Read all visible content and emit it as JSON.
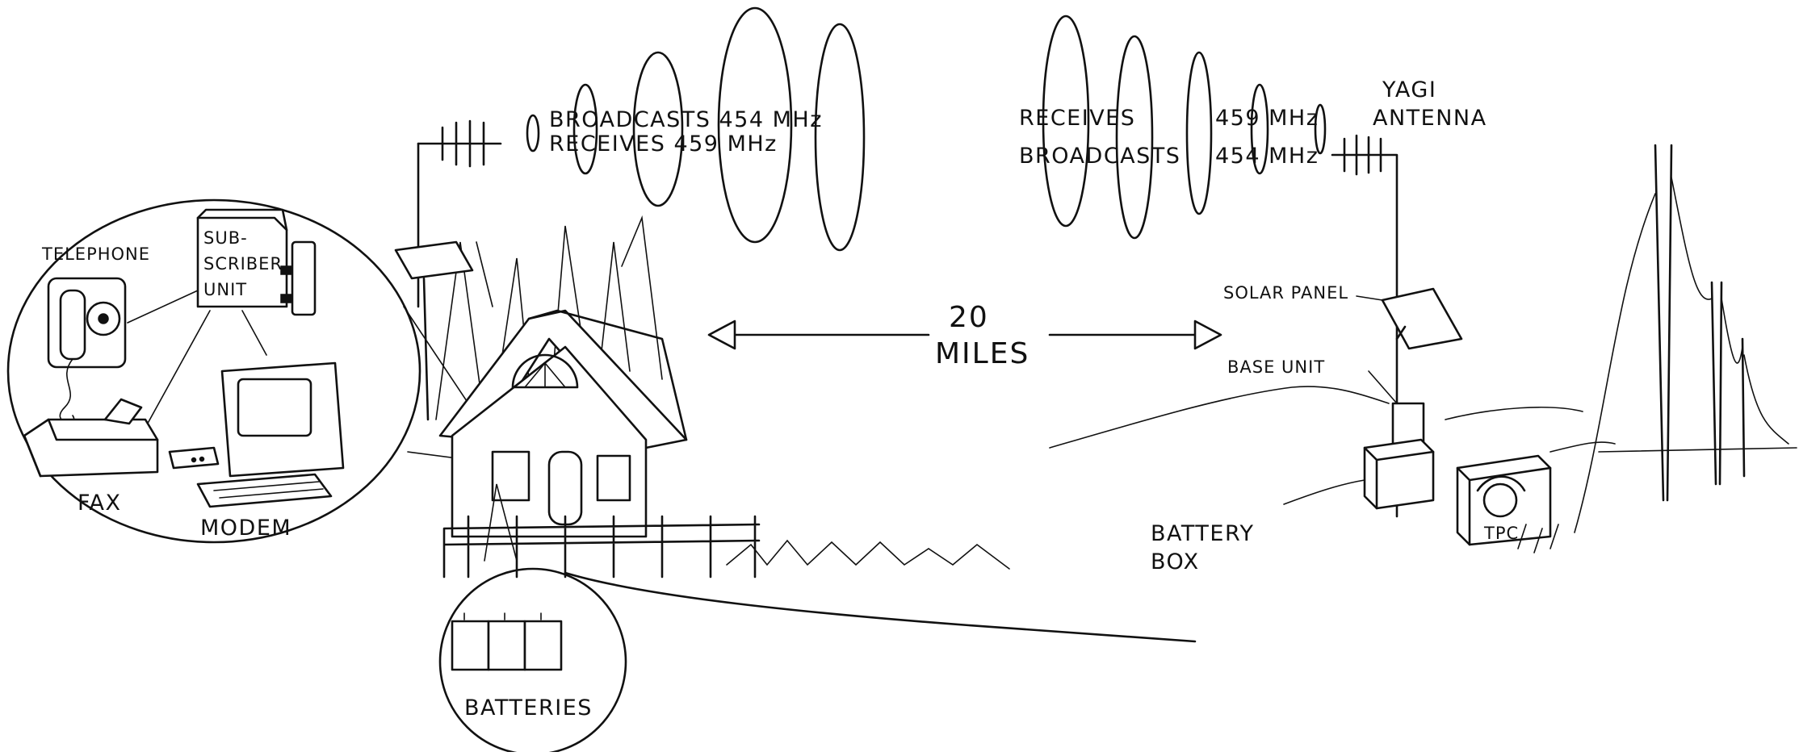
{
  "diagram": {
    "distance": {
      "value": "20",
      "unit": "MILES"
    },
    "left_site": {
      "antenna_broadcasts": "BROADCASTS 454 MHz",
      "antenna_receives": "RECEIVES    459 MHz",
      "batteries_label": "BATTERIES"
    },
    "equipment_inset": {
      "telephone": "TELEPHONE",
      "subscriber_unit_line1": "SUB-",
      "subscriber_unit_line2": "SCRIBER",
      "subscriber_unit_line3": "UNIT",
      "fax": "FAX",
      "modem": "MODEM"
    },
    "right_site": {
      "receives": "RECEIVES",
      "receives_freq": "459 MHz",
      "broadcasts": "BROADCASTS",
      "broadcasts_freq": "454 MHz",
      "yagi_line1": "YAGI",
      "yagi_line2": "ANTENNA",
      "solar_panel": "SOLAR PANEL",
      "base_unit": "BASE UNIT",
      "battery_line1": "BATTERY",
      "battery_line2": "BOX",
      "tpc": "TPC"
    }
  }
}
